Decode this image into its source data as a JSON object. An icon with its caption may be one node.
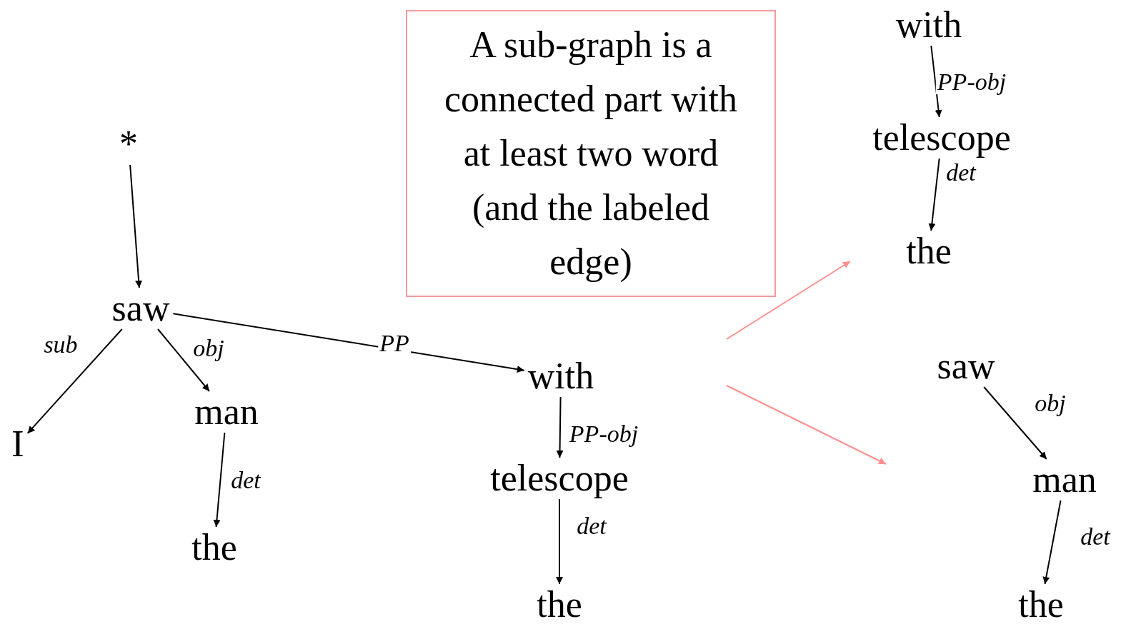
{
  "diagram": {
    "nodes": [
      {
        "text": [
          "*"
        ]
      },
      {
        "text": [
          "saw"
        ]
      },
      {
        "text": [
          "I"
        ]
      },
      {
        "text": [
          "man"
        ]
      },
      {
        "text": [
          "the"
        ]
      },
      {
        "text": [
          "with"
        ]
      },
      {
        "text": [
          "telescope"
        ]
      },
      {
        "text": [
          "the"
        ]
      },
      {
        "text": [
          "A sub-graph is a connected part with at least two word (and the labeled edge)"
        ]
      },
      {
        "text": [
          "with"
        ]
      },
      {
        "text": [
          "telescope"
        ]
      },
      {
        "text": [
          "the"
        ]
      },
      {
        "text": [
          "saw"
        ]
      },
      {
        "text": [
          "man"
        ]
      },
      {
        "text": [
          "the"
        ]
      }
    ],
    "edges": [
      {
        "from": 0,
        "to": 1,
        "arrow": "to"
      },
      {
        "from": 1,
        "to": 2,
        "arrow": "to",
        "label": "sub"
      },
      {
        "from": 1,
        "to": 3,
        "arrow": "to",
        "label": "obj"
      },
      {
        "from": 1,
        "to": 5,
        "arrow": "to",
        "label": "PP"
      },
      {
        "from": 3,
        "to": 4,
        "arrow": "to",
        "label": "det"
      },
      {
        "from": 5,
        "to": 6,
        "arrow": "to",
        "label": "PP-obj"
      },
      {
        "from": 6,
        "to": 7,
        "arrow": "to",
        "label": "det"
      },
      {
        "from": 9,
        "to": 10,
        "arrow": "to",
        "label": "PP-obj"
      },
      {
        "from": 10,
        "to": 11,
        "arrow": "to",
        "label": "det"
      },
      {
        "from": 12,
        "to": 13,
        "arrow": "to",
        "label": "obj"
      },
      {
        "from": 13,
        "to": 14,
        "arrow": "to",
        "label": "det"
      }
    ]
  }
}
